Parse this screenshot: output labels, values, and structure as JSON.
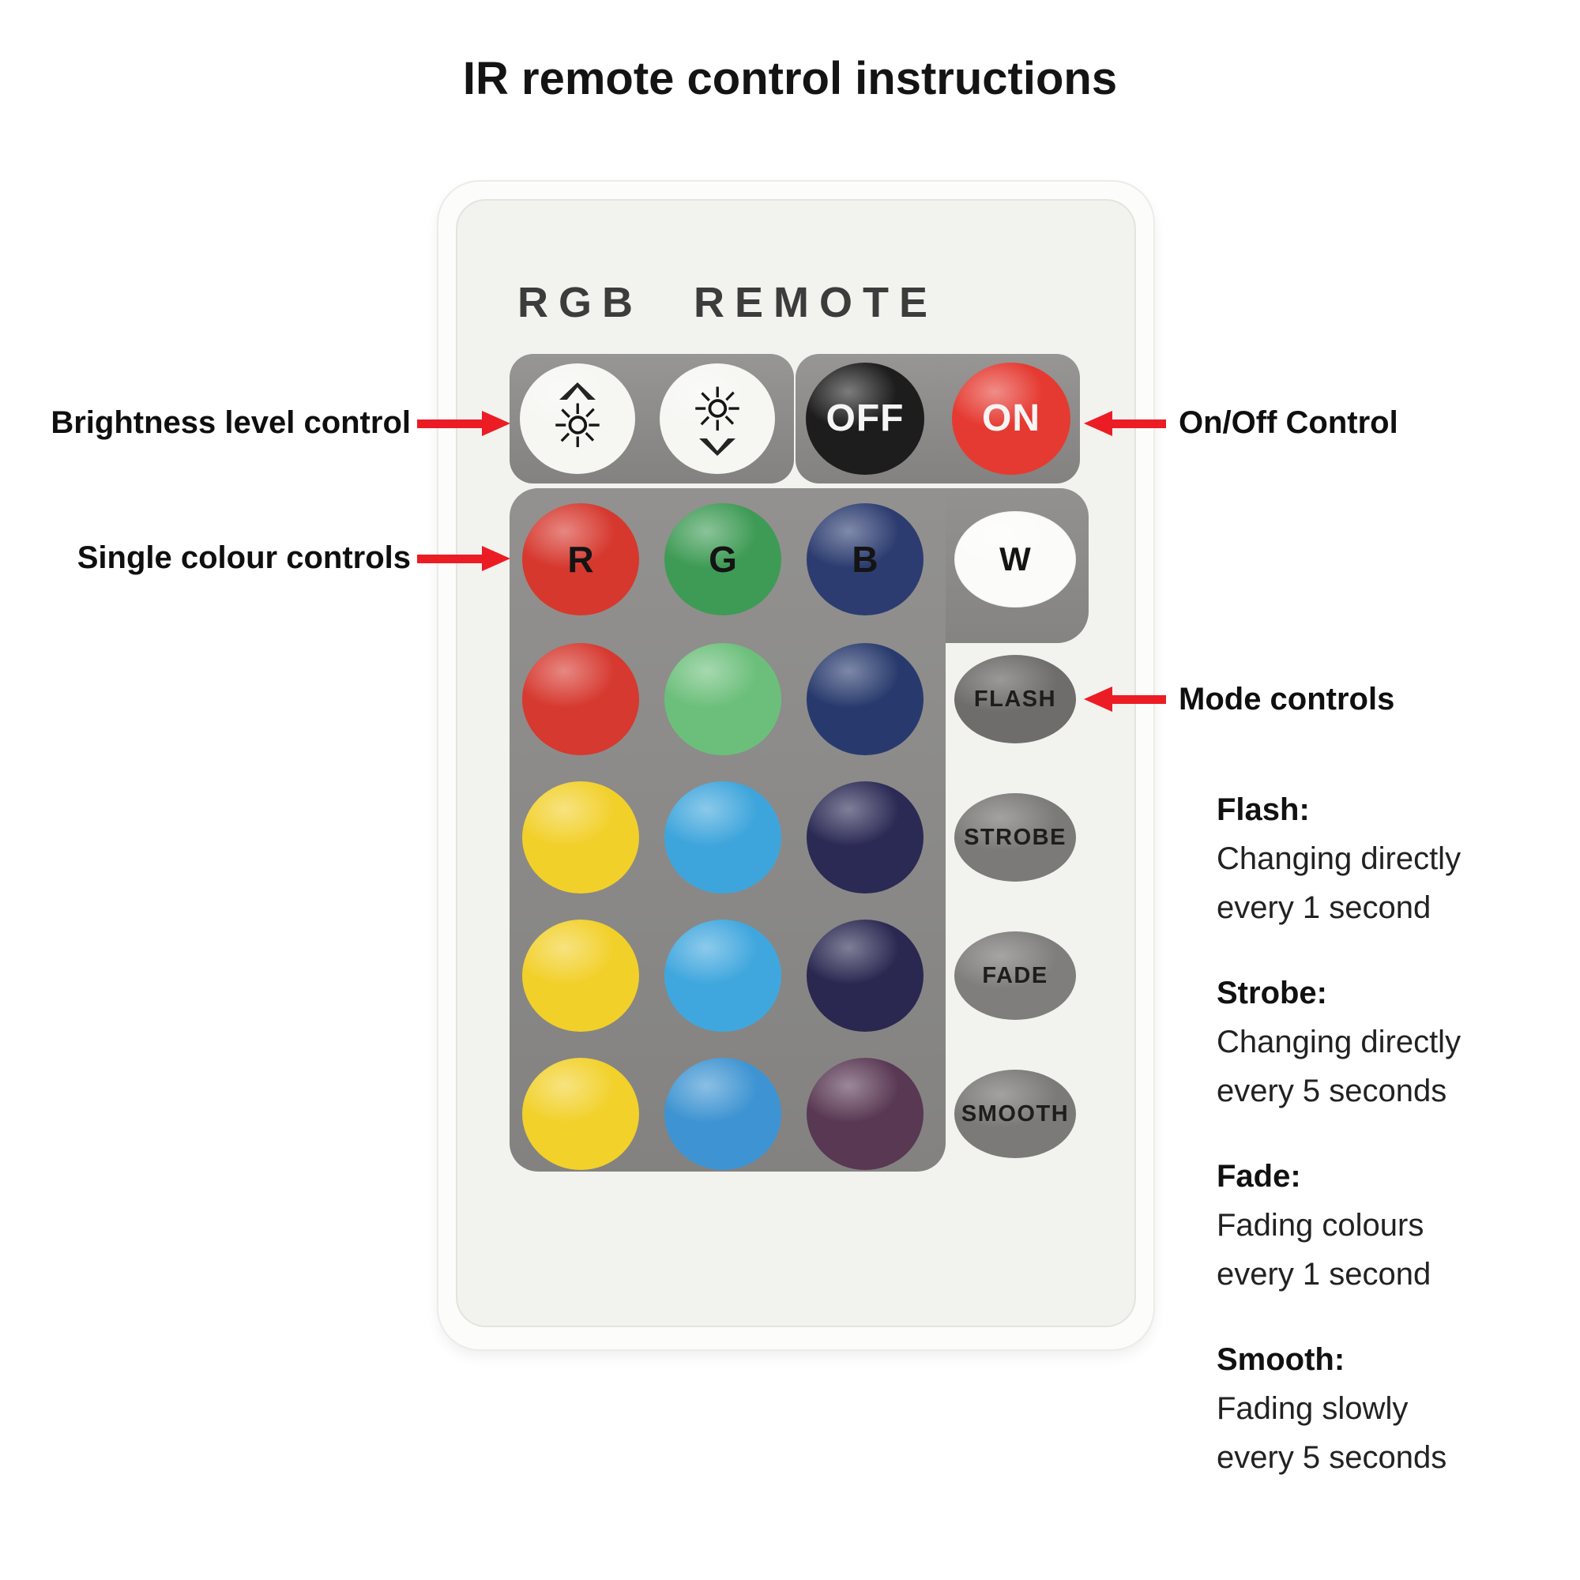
{
  "title": "IR remote control instructions",
  "palette": {
    "arrow_red": "#ec1c24",
    "panel_gray": "#8b8a88",
    "pad_gray": "#8a8987"
  },
  "remote": {
    "brand": "RGB REMOTE",
    "brightness": {
      "sun_char": "☼",
      "up_icon": "brightness-up",
      "down_icon": "brightness-down"
    },
    "power": {
      "off_label": "OFF",
      "on_label": "ON",
      "off_color": "#1d1d1d",
      "on_color": "#e53a31"
    },
    "grid_rows": [
      {
        "buttons": [
          {
            "label": "R",
            "color": "#d6382e"
          },
          {
            "label": "G",
            "color": "#3e9b55"
          },
          {
            "label": "B",
            "color": "#2c3c70"
          },
          {
            "label": "W",
            "color": "#fbfbf9"
          }
        ]
      },
      {
        "buttons": [
          {
            "color": "#d6392f"
          },
          {
            "color": "#6cbf7b"
          },
          {
            "color": "#283a6d"
          }
        ]
      },
      {
        "buttons": [
          {
            "color": "#f2d02a"
          },
          {
            "color": "#3ea5dc"
          },
          {
            "color": "#2b2a55"
          }
        ]
      },
      {
        "buttons": [
          {
            "color": "#f2d02a"
          },
          {
            "color": "#40a7de"
          },
          {
            "color": "#2a2851"
          }
        ]
      },
      {
        "buttons": [
          {
            "color": "#f2d12b"
          },
          {
            "color": "#3e94d2"
          },
          {
            "color": "#593853"
          }
        ]
      }
    ],
    "mode_buttons": [
      {
        "label": "FLASH",
        "color": "#6e6d6b"
      },
      {
        "label": "STROBE",
        "color": "#7b7a78"
      },
      {
        "label": "FADE",
        "color": "#7f7e7c"
      },
      {
        "label": "SMOOTH",
        "color": "#7b7a78"
      }
    ]
  },
  "annotations": {
    "brightness": "Brightness level control",
    "single_colour": "Single colour controls",
    "on_off": "On/Off Control",
    "modes": "Mode controls"
  },
  "descriptions": [
    {
      "label": "Flash:",
      "lines": [
        "Changing directly",
        "every 1 second"
      ]
    },
    {
      "label": "Strobe:",
      "lines": [
        "Changing directly",
        "every 5 seconds"
      ]
    },
    {
      "label": "Fade:",
      "lines": [
        "Fading colours",
        "every 1 second"
      ]
    },
    {
      "label": "Smooth:",
      "lines": [
        "Fading slowly",
        "every 5 seconds"
      ]
    }
  ]
}
